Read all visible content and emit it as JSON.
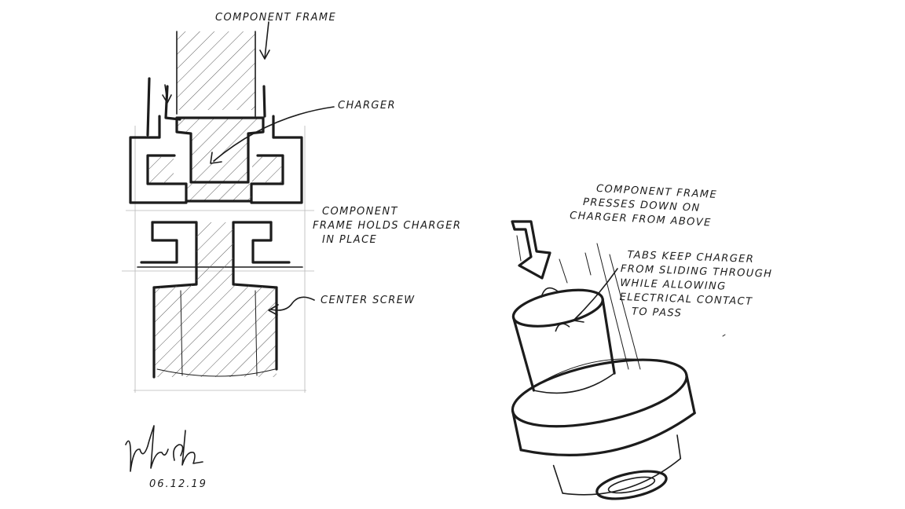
{
  "labels": {
    "component_frame_top": "COMPONENT FRAME",
    "charger": "CHARGER",
    "holds_line1": "COMPONENT",
    "holds_line2": "FRAME HOLDS CHARGER",
    "holds_line3": "IN PLACE",
    "center_screw": "CENTER SCREW",
    "presses_line1": "COMPONENT FRAME",
    "presses_line2": "PRESSES DOWN ON",
    "presses_line3": "CHARGER FROM ABOVE",
    "tabs_line1": "TABS KEEP CHARGER",
    "tabs_line2": "FROM SLIDING THROUGH",
    "tabs_line3": "WHILE ALLOWING",
    "tabs_line4": "ELECTRICAL CONTACT",
    "tabs_line5": "TO PASS"
  },
  "date": "06.12.19"
}
